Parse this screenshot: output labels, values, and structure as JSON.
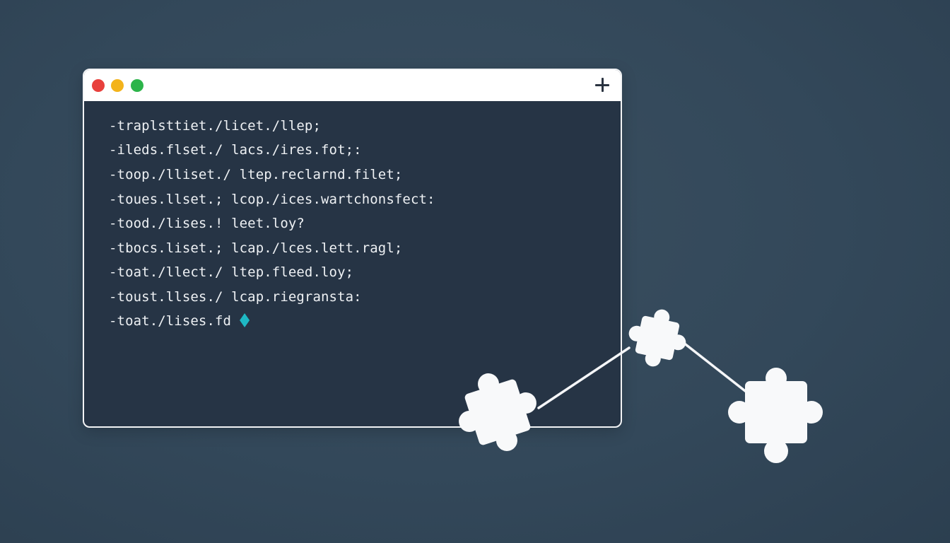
{
  "window": {
    "title_dots": [
      "close",
      "minimize",
      "maximize"
    ],
    "new_tab_icon": "plus-icon"
  },
  "terminal": {
    "lines": [
      "-traplsttiet./licet./llep;",
      "-ileds.flset./ lacs./ires.fot;:",
      "-toop./lliset./ ltep.reclarnd.filet;",
      "-toues.llset.; lcop./ices.wartchonsfect:",
      "-tood./lises.! leet.loy?",
      "-tbocs.liset.; lcap./lces.lett.ragl;",
      "-toat./llect./ ltep.fleed.loy;",
      "-toust.llses./ lcap.riegransta:",
      "-toat./lises.fd"
    ],
    "cursor_color": "#1eb8c4"
  },
  "colors": {
    "background": "#33485a",
    "terminal_bg": "#263445",
    "dot_red": "#e8403c",
    "dot_yellow": "#f3b31b",
    "dot_green": "#2cb44a"
  },
  "decorations": {
    "icons": [
      "puzzle-piece-icon",
      "puzzle-piece-icon",
      "puzzle-piece-icon"
    ]
  }
}
